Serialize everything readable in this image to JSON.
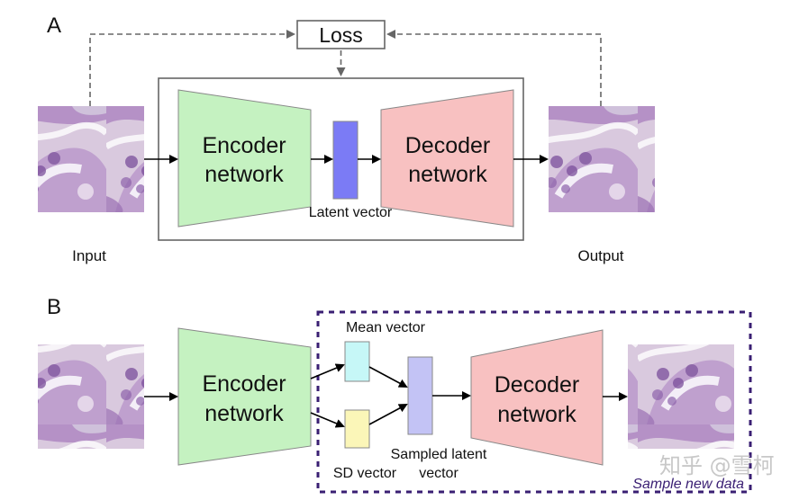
{
  "panel_a": {
    "label": "A",
    "loss": "Loss",
    "encoder": [
      "Encoder",
      "network"
    ],
    "decoder": [
      "Decoder",
      "network"
    ],
    "latent": "Latent vector",
    "input": "Input",
    "output": "Output"
  },
  "panel_b": {
    "label": "B",
    "encoder": [
      "Encoder",
      "network"
    ],
    "decoder": [
      "Decoder",
      "network"
    ],
    "mean": "Mean vector",
    "sd": "SD vector",
    "sampled": [
      "Sampled latent",
      "vector"
    ],
    "sample_new": "Sample new data"
  },
  "watermark": "知乎 @雪柯",
  "colors": {
    "encoder": "#c5f2c1",
    "decoder": "#f8c1c1",
    "latent_a": "#7b7bf5",
    "mean": "#c6f7f7",
    "sd": "#fbf6b8",
    "sampled": "#c3c3f5",
    "dotted_box": "#3a1f73"
  },
  "icons": [
    "histology-tile-image"
  ]
}
